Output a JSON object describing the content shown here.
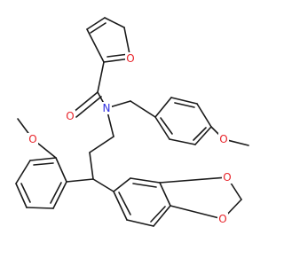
{
  "molecule": {
    "colors": {
      "bond": "#1a1a1a",
      "oxygen": "#e8242a",
      "nitrogen": "#3030e0",
      "background": "#ffffff"
    },
    "atom_labels": {
      "furan_o": "O",
      "carbonyl_o": "O",
      "amide_n": "N",
      "methoxy_o_aryl": "O",
      "methoxy_o_benzyl": "O",
      "dioxole_o_top": "O",
      "dioxole_o_bottom": "O"
    }
  }
}
